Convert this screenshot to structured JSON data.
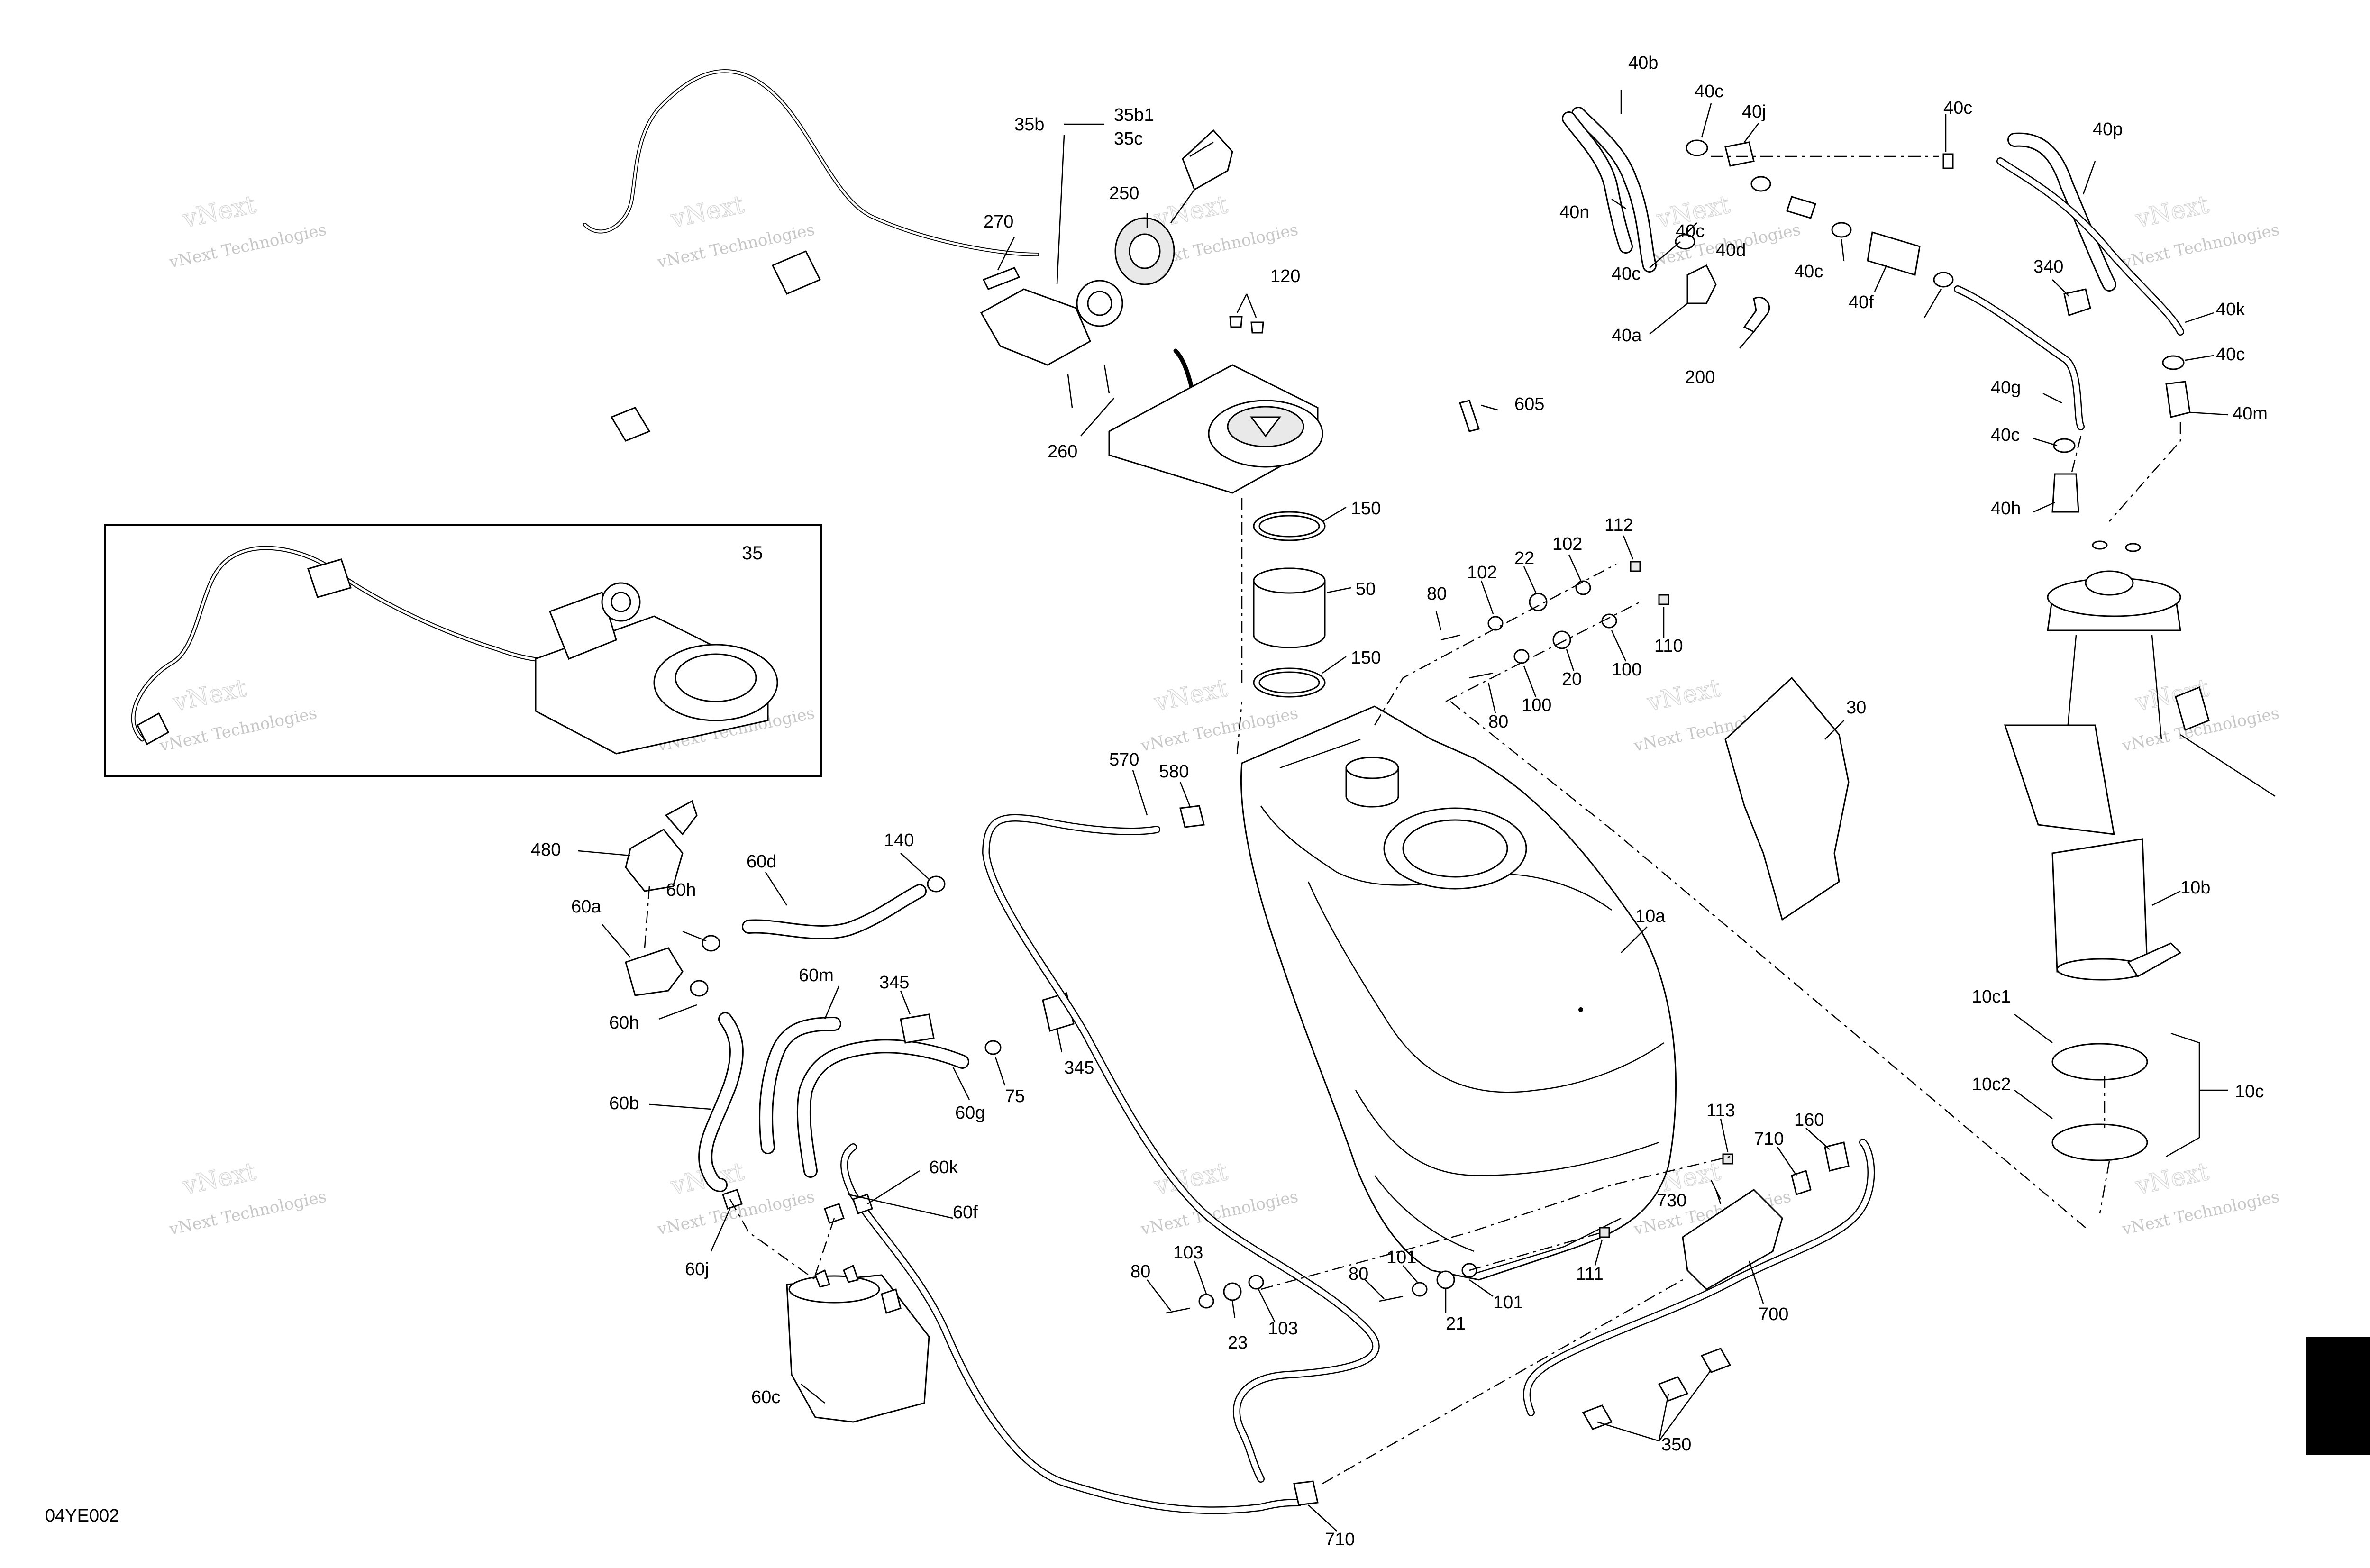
{
  "document_code": "04YE002",
  "inset_label": "35",
  "watermark_text": [
    "vNext",
    "Technologies",
    "vNext Technologies"
  ],
  "colors": {
    "line": "#000000",
    "background": "#ffffff",
    "watermark": "#c7c7c7",
    "tab": "#000000"
  },
  "callouts": [
    "40b",
    "40c",
    "40j",
    "40c",
    "40p",
    "35b",
    "35b1",
    "35c",
    "250",
    "270",
    "40n",
    "40c",
    "40d",
    "40c",
    "40a",
    "40f",
    "40c",
    "200",
    "340",
    "40k",
    "40c",
    "120",
    "260",
    "605",
    "40g",
    "40m",
    "40c",
    "40h",
    "150",
    "50",
    "150",
    "35",
    "102",
    "22",
    "102",
    "112",
    "80",
    "110",
    "100",
    "20",
    "100",
    "80",
    "30",
    "570",
    "580",
    "480",
    "60d",
    "140",
    "60h",
    "60a",
    "10a",
    "10b",
    "60m",
    "345",
    "60h",
    "345",
    "75",
    "60g",
    "60b",
    "10c1",
    "10c",
    "10c2",
    "113",
    "160",
    "710",
    "730",
    "60k",
    "60f",
    "60j",
    "80",
    "103",
    "101",
    "111",
    "103",
    "23",
    "80",
    "21",
    "101",
    "700",
    "60c",
    "350",
    "710"
  ]
}
